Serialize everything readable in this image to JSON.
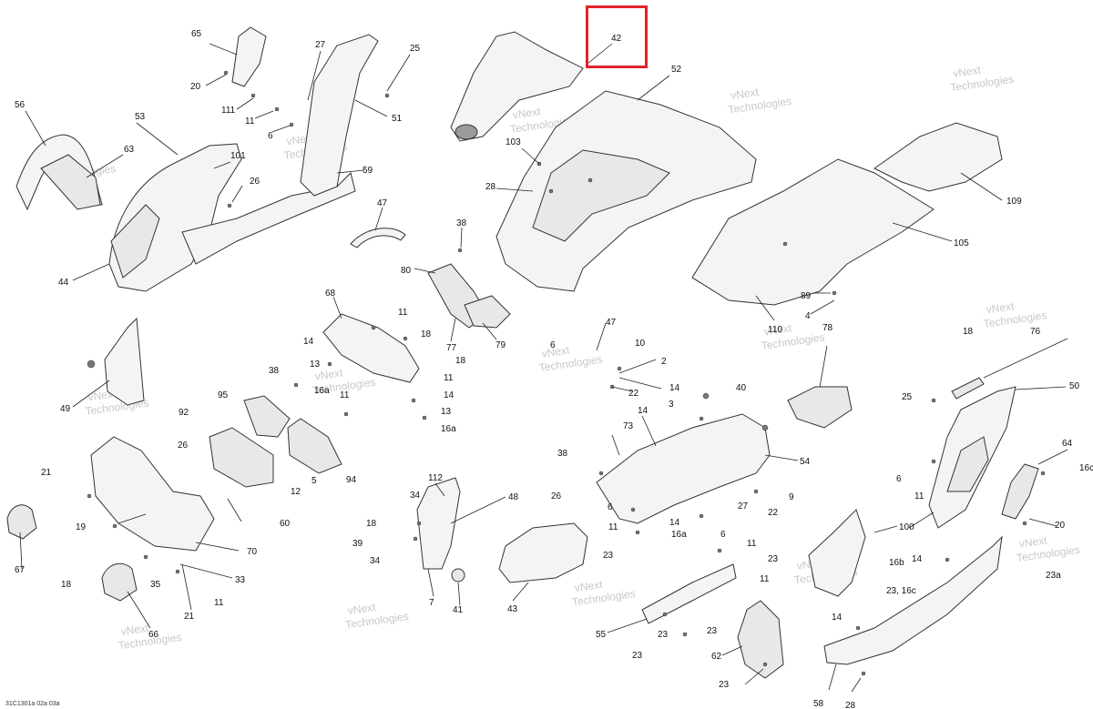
{
  "diagram": {
    "footer_code": "31C1301a  02a  03a",
    "watermark_lines": [
      "vNext",
      "Technologies"
    ],
    "highlight_color": "#e0242a",
    "highlighted_callout": "42",
    "callouts": [
      "65",
      "27",
      "25",
      "20",
      "111",
      "11",
      "6",
      "51",
      "56",
      "53",
      "63",
      "101",
      "26",
      "59",
      "44",
      "42",
      "52",
      "103",
      "28",
      "38",
      "80",
      "77",
      "79",
      "47",
      "68",
      "11",
      "18",
      "14",
      "13",
      "18",
      "11",
      "16a",
      "11",
      "14",
      "13",
      "16a",
      "109",
      "105",
      "89",
      "4",
      "110",
      "49",
      "38",
      "95",
      "92",
      "94",
      "26",
      "12",
      "5",
      "21",
      "19",
      "60",
      "70",
      "33",
      "67",
      "18",
      "35",
      "11",
      "21",
      "66",
      "112",
      "48",
      "34",
      "18",
      "39",
      "34",
      "7",
      "41",
      "43",
      "47",
      "6",
      "10",
      "2",
      "22",
      "14",
      "3",
      "40",
      "73",
      "14",
      "38",
      "26",
      "54",
      "6",
      "9",
      "11",
      "27",
      "22",
      "14",
      "16a",
      "23",
      "78",
      "18",
      "76",
      "25",
      "50",
      "64",
      "6",
      "11",
      "16c",
      "20",
      "100",
      "14",
      "16b",
      "23, 16c",
      "23a",
      "6",
      "11",
      "23",
      "11",
      "55",
      "23",
      "23",
      "62",
      "23",
      "23",
      "14",
      "58",
      "28"
    ]
  }
}
